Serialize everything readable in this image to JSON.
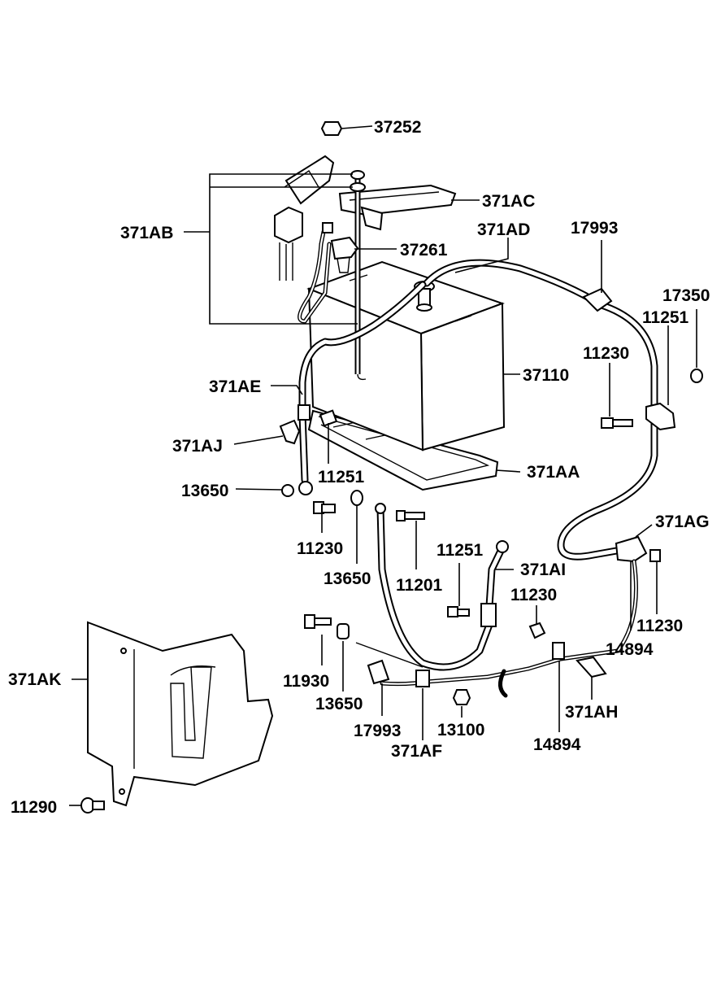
{
  "diagram": {
    "labels": {
      "p37252": "37252",
      "p371AC": "371AC",
      "p371AB": "371AB",
      "p371AD": "371AD",
      "p37261": "37261",
      "p17993_top": "17993",
      "p17350": "17350",
      "p11251_right": "11251",
      "p11230_mid": "11230",
      "p37110": "37110",
      "p371AE": "371AE",
      "p371AJ": "371AJ",
      "p11251_left": "11251",
      "p371AA": "371AA",
      "p13650_left": "13650",
      "p11230_left": "11230",
      "p13650_mid": "13650",
      "p11201": "11201",
      "p11251_center": "11251",
      "p371AI": "371AI",
      "p371AG": "371AG",
      "p11230_center": "11230",
      "p11230_right": "11230",
      "p14894_right": "14894",
      "p371AK": "371AK",
      "p11930": "11930",
      "p13650_low": "13650",
      "p17993_low": "17993",
      "p371AF": "371AF",
      "p13100": "13100",
      "p371AH": "371AH",
      "p14894_low": "14894",
      "p11290": "11290"
    }
  }
}
